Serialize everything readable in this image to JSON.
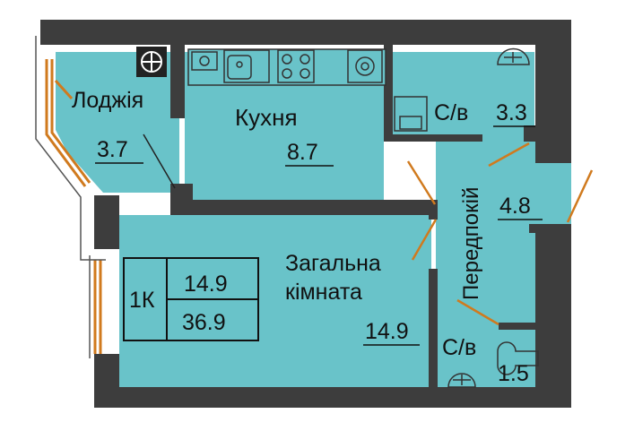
{
  "colors": {
    "floor": "#69c3c9",
    "wall": "#3d3d3d",
    "window": "#d07a1e",
    "background": "#ffffff"
  },
  "rooms": {
    "loggia": {
      "name": "Лоджія",
      "area": "3.7"
    },
    "kitchen": {
      "name": "Кухня",
      "area": "8.7"
    },
    "bath_top": {
      "name": "С/в",
      "area": "3.3"
    },
    "hallway": {
      "name": "Передпокій",
      "area": "4.8"
    },
    "living": {
      "name_line1": "Загальна",
      "name_line2": "кімната",
      "area": "14.9"
    },
    "bath_bottom": {
      "name": "С/в",
      "area": "1.5"
    }
  },
  "summary": {
    "rooms_label": "1К",
    "living_area": "14.9",
    "total_area": "36.9"
  },
  "icons": [
    "boiler-icon",
    "sink-icon",
    "stove-icon",
    "washing-machine-icon",
    "toilet-icon",
    "shower-icon"
  ]
}
